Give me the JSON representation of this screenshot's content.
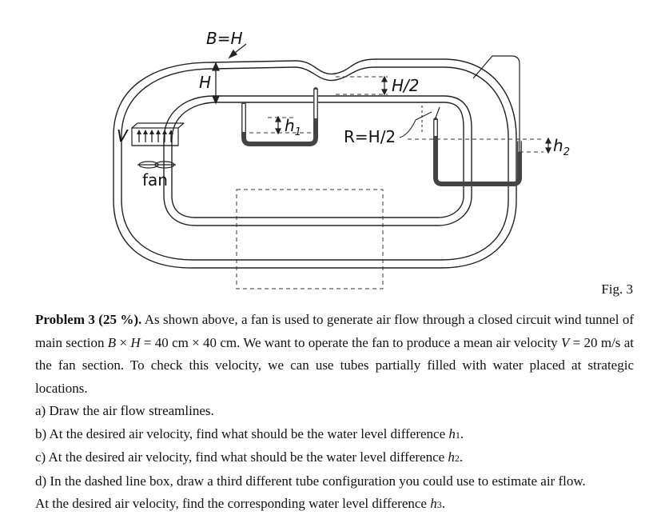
{
  "figure": {
    "label_bh": "B=H",
    "label_h": "H",
    "label_h_half": "H/2",
    "label_v": "V",
    "label_fan": "fan",
    "label_r": "R=H/2",
    "label_h1": "h",
    "label_h1_sub": "1",
    "label_h2": "h",
    "label_h2_sub": "2"
  },
  "caption": "Fig. 3",
  "problem": {
    "heading": "Problem 3 (25 %).",
    "intro_1": " As shown above, a fan is used to generate air flow through a closed circuit wind tunnel of main section ",
    "var_b": "B",
    "times_1": " × ",
    "var_h": "H",
    "intro_2": " = 40 cm × 40 cm. We want to operate the fan to produce a mean air velocity ",
    "var_v": "V",
    "intro_3": " = 20 m/s at the fan section. To check this velocity, we can use tubes partially filled with water placed at strategic locations.",
    "item_a": "a) Draw the air flow streamlines.",
    "item_b": "b) At the desired air velocity, find what should be the water level difference ",
    "item_b_var": "h",
    "item_b_sub": "1",
    "item_b_end": ".",
    "item_c": "c) At the desired air velocity, find what should be the water level difference ",
    "item_c_var": "h",
    "item_c_sub": "2",
    "item_c_end": ".",
    "item_d1": "d) In the dashed line box, draw a third different tube configuration you could use to estimate air flow.",
    "item_d2": "At the desired air velocity, find the corresponding water level difference ",
    "item_d2_var": "h",
    "item_d2_sub": "3",
    "item_d2_end": "."
  }
}
